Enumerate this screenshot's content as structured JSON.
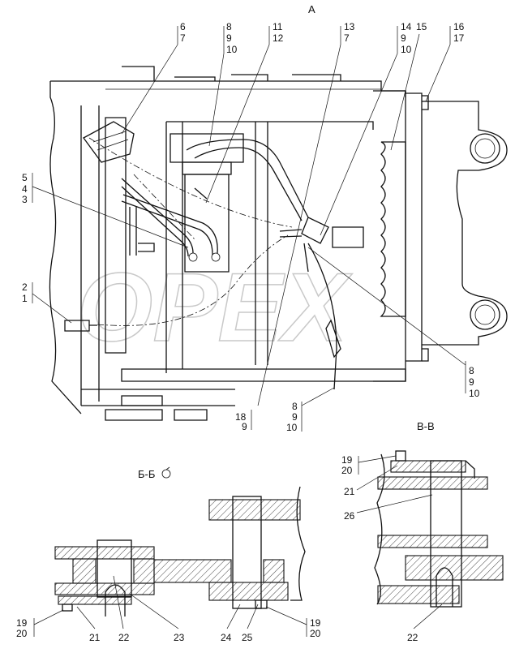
{
  "views": {
    "main_view_letter": "А",
    "section_bb": "Б-Б",
    "section_vv": "В-В"
  },
  "watermark": "OPEX",
  "callouts": {
    "c6_7": [
      "6",
      "7"
    ],
    "c8_9_10_top": [
      "8",
      "9",
      "10"
    ],
    "c11_12": [
      "11",
      "12"
    ],
    "c13_7": [
      "13",
      "7"
    ],
    "c14_9_10": [
      "14",
      "9",
      "10"
    ],
    "c15": [
      "15"
    ],
    "c16_17": [
      "16",
      "17"
    ],
    "c5_4_3": [
      "5",
      "4",
      "3"
    ],
    "c2_1": [
      "2",
      "1"
    ],
    "c8_9_10_right": [
      "8",
      "9",
      "10"
    ],
    "c18_9": [
      "18",
      "9"
    ],
    "c8_9_10_bottom": [
      "8",
      "9",
      "10"
    ],
    "c19_20_vv": [
      "19",
      "20"
    ],
    "c21_vv": [
      "21"
    ],
    "c26": [
      "26"
    ],
    "c22_vv": [
      "22"
    ],
    "c19_20_bb_left": [
      "19",
      "20"
    ],
    "c21_bb": [
      "21"
    ],
    "c22_bb": [
      "22"
    ],
    "c23": [
      "23"
    ],
    "c24": [
      "24"
    ],
    "c25": [
      "25"
    ],
    "c19_20_bb_right": [
      "19",
      "20"
    ]
  }
}
